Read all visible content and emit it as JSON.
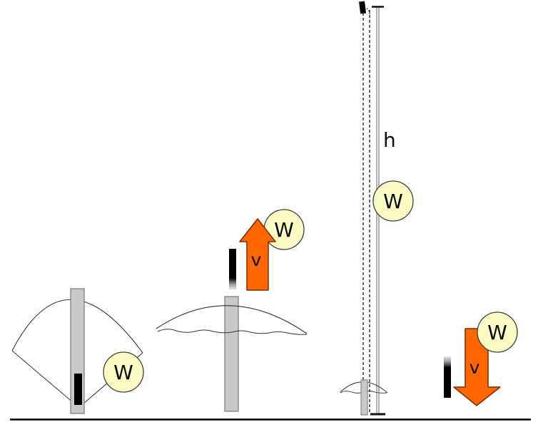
{
  "diagram": {
    "labels": {
      "work": "W",
      "velocity": "v",
      "height": "h"
    },
    "colors": {
      "velocity_arrow_fill": "#FF6600",
      "velocity_arrow_stroke": "#7A2D00",
      "energy_circle_fill": "#FAFAC3",
      "energy_circle_stroke": "#3F3F3F",
      "post_fill": "#C9C9C9",
      "post_stroke": "#777777",
      "projectile_fill": "#000000",
      "bow_stroke": "#333333",
      "ground_color": "#000000",
      "dimension_line_color": "#555555",
      "background": "#FFFFFF"
    }
  }
}
